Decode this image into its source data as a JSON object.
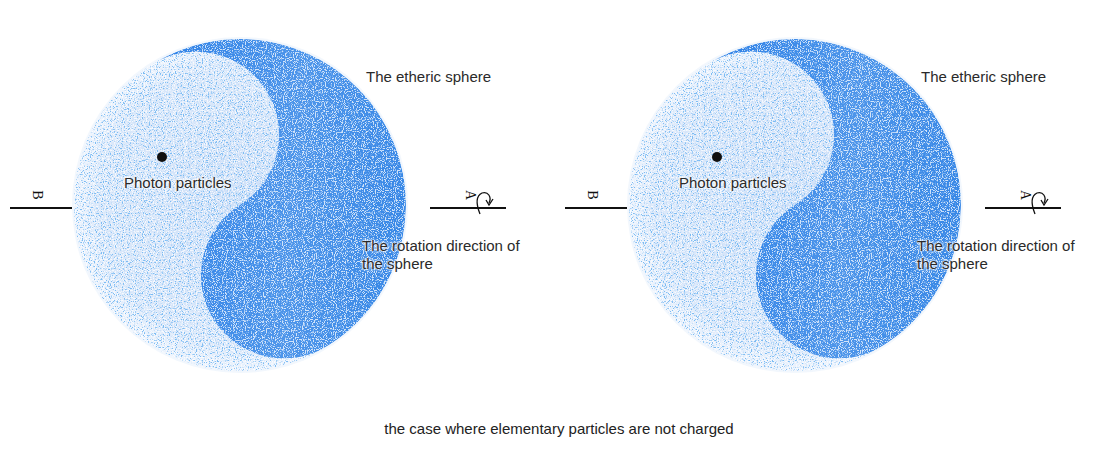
{
  "diagram": {
    "caption": "the case where elementary particles are not charged",
    "labels": [
      "The etheric sphere",
      "Photon particles",
      "B",
      "A",
      "The rotation direction of the sphere",
      "The etheric sphere",
      "Photon particles",
      "B",
      "A",
      "The rotation direction of the sphere"
    ]
  }
}
